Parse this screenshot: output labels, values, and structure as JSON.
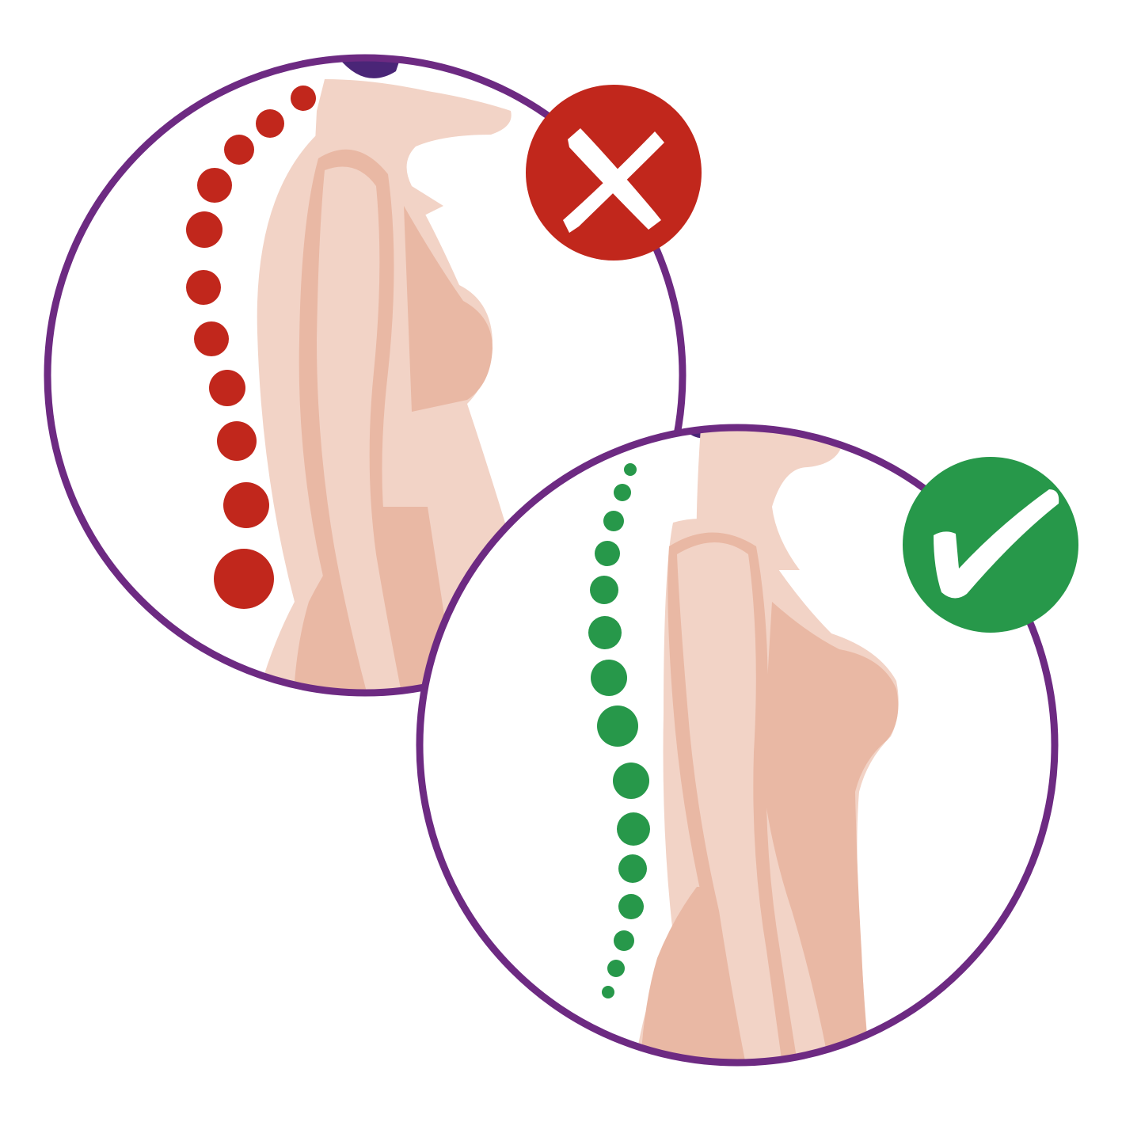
{
  "colors": {
    "background": "#ffffff",
    "ring": "#6d2a82",
    "skin_light": "#f2d3c6",
    "skin_dark": "#e9b8a4",
    "bad": "#c1271c",
    "good": "#27984a",
    "hair": "#4a2577",
    "mark": "#ffffff"
  },
  "panels": [
    {
      "name": "bad-posture",
      "status": "incorrect",
      "badge_icon": "cross-icon",
      "spine_dot_count": 11
    },
    {
      "name": "good-posture",
      "status": "correct",
      "badge_icon": "check-icon",
      "spine_dot_count": 15
    }
  ]
}
